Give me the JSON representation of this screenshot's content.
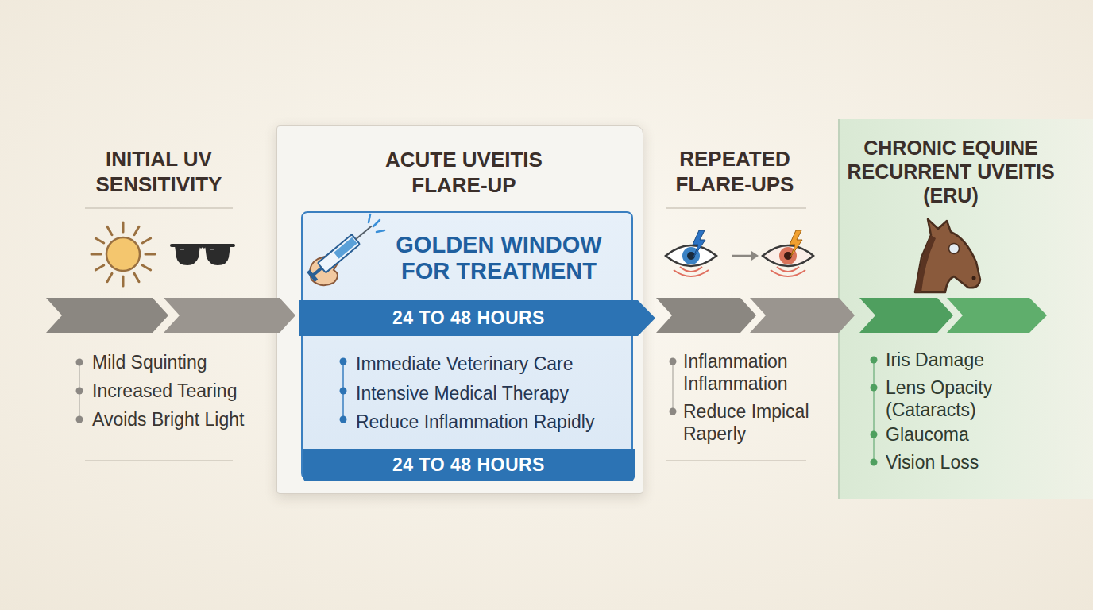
{
  "diagram": {
    "nodes": [
      {
        "text": [
          "ACUTE UVEITIS FLARE-UP"
        ]
      },
      {
        "text": [
          "GOLDEN WINDOW FOR TREATMENT",
          "Immediate Veterinary Care",
          "Intensive Medical Therapy",
          "Reduce Inflammation Rapidly"
        ],
        "in": 0
      },
      {
        "text": [
          "24 TO 48 HOURS"
        ],
        "in": 1
      },
      {
        "text": [
          "24 TO 48 HOURS"
        ],
        "in": 1
      },
      {
        "text": [
          "CHRONIC EQUINE RECURRENT UVEITIS (ERU)",
          "Iris Damage",
          "Lens Opacity (Cataracts)",
          "Glaucoma",
          "Vision Loss"
        ]
      }
    ],
    "labels": [
      "INITIAL UV SENSITIVITY",
      "Mild Squinting",
      "Increased Tearing",
      "Avoids Bright Light",
      "REPEATED FLARE-UPS",
      "Inflammation Inflammation",
      "Reduce Impical Raperly"
    ]
  }
}
